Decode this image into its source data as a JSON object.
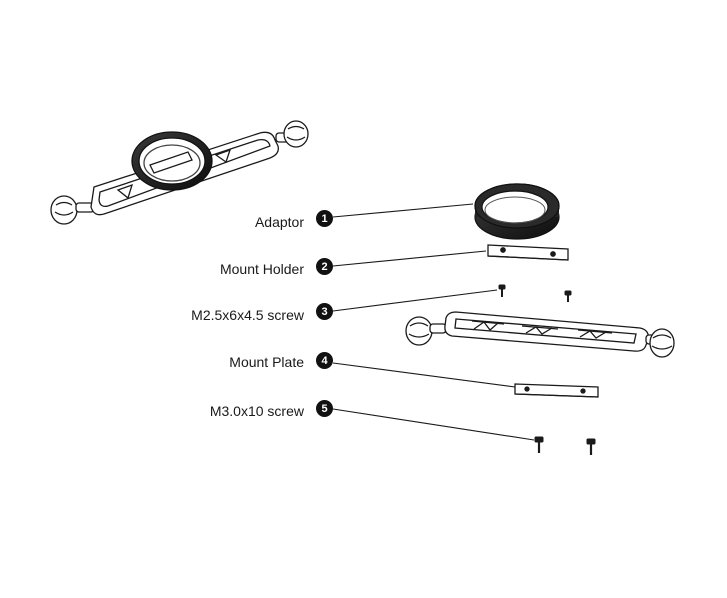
{
  "callouts": [
    {
      "number": "1",
      "label": "Adaptor"
    },
    {
      "number": "2",
      "label": "Mount Holder"
    },
    {
      "number": "3",
      "label": "M2.5x6x4.5 screw"
    },
    {
      "number": "4",
      "label": "Mount Plate"
    },
    {
      "number": "5",
      "label": "M3.0x10 screw"
    }
  ],
  "colors": {
    "ink": "#1a1a1a",
    "badge": "#111111",
    "background": "#ffffff"
  }
}
